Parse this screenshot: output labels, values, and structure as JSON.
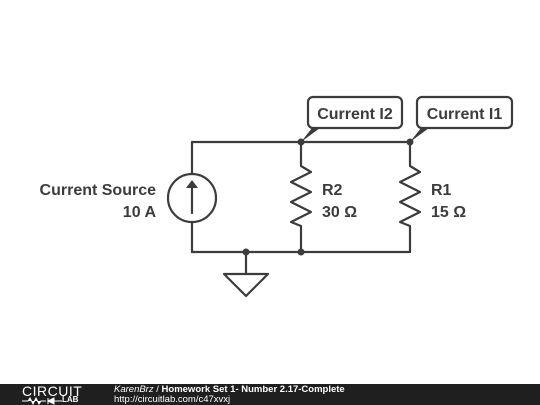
{
  "source": {
    "label": "Current Source",
    "value": "10 A"
  },
  "resistors": [
    {
      "name": "R2",
      "value": "30 Ω"
    },
    {
      "name": "R1",
      "value": "15 Ω"
    }
  ],
  "probes": [
    {
      "label": "Current I2"
    },
    {
      "label": "Current I1"
    }
  ],
  "footer": {
    "logo_main": "CIRCUIT",
    "logo_sub": "LAB",
    "author": "KarenBrz",
    "separator": " / ",
    "title": "Homework Set 1- Number 2.17-Complete",
    "url": "http://circuitlab.com/c47xvxj"
  }
}
